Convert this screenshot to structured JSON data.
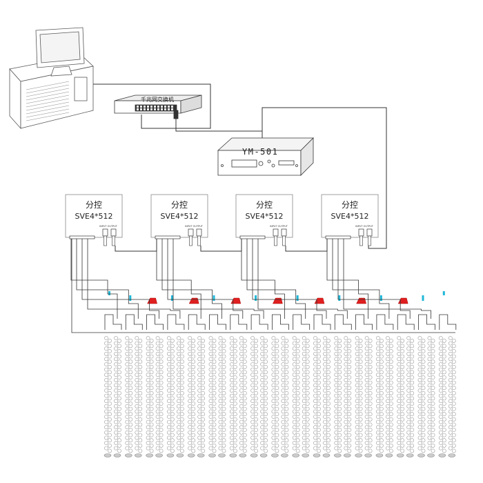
{
  "computer": {
    "icon": "desktop-computer-icon"
  },
  "switch": {
    "label": "千兆网交换机",
    "icon": "network-switch-icon"
  },
  "main_controller": {
    "model": "YM-501",
    "icon": "rack-controller-icon"
  },
  "sub_controllers": [
    {
      "title": "分控",
      "model": "SVE4*512",
      "port_label": "INPUT OUTPUT"
    },
    {
      "title": "分控",
      "model": "SVE4*512",
      "port_label": "INPUT OUTPUT"
    },
    {
      "title": "分控",
      "model": "SVE4*512",
      "port_label": "INPUT OUTPUT"
    },
    {
      "title": "分控",
      "model": "SVE4*512",
      "port_label": "INPUT OUTPUT"
    }
  ],
  "led_curtain": {
    "icon": "led-pixel-strings-icon",
    "columns": 17
  },
  "colors": {
    "line": "#333333",
    "accent_red": "#e02020",
    "accent_cyan": "#20b8d8"
  }
}
